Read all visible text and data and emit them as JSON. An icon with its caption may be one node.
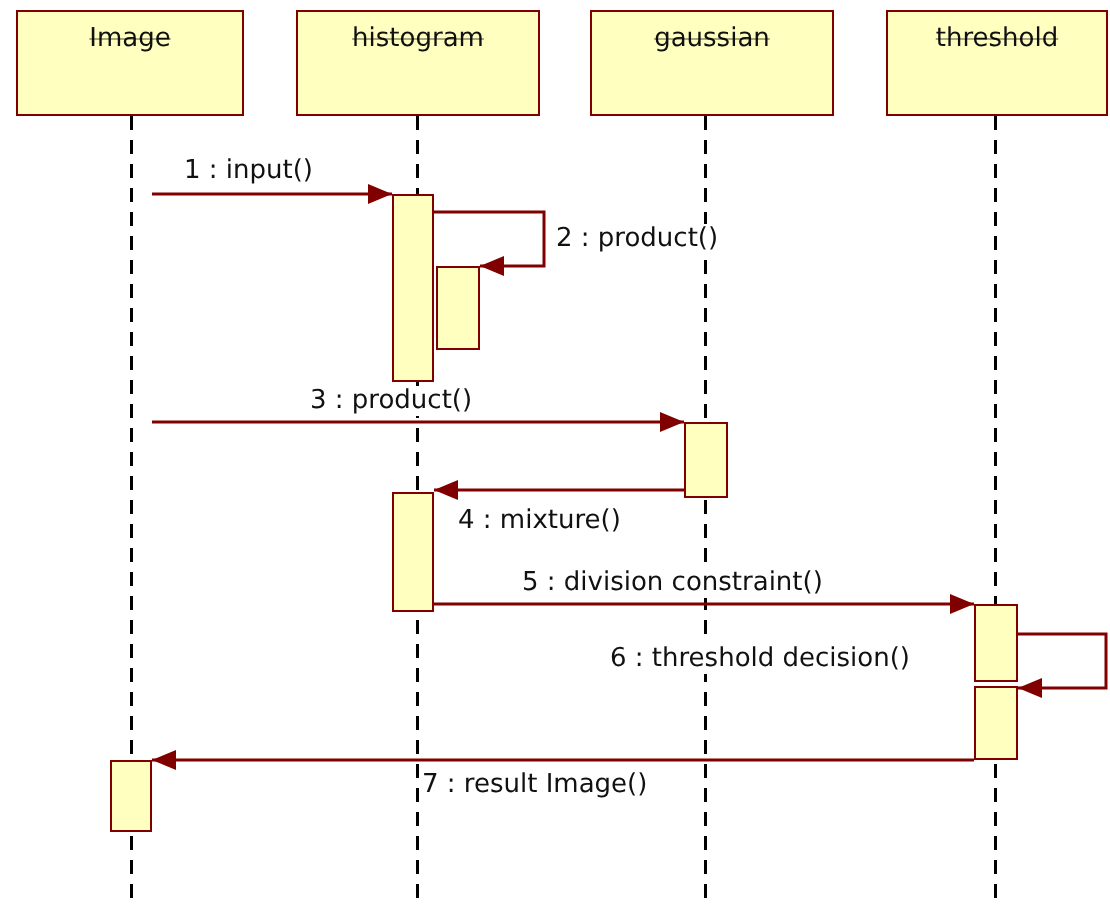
{
  "diagram": {
    "nodes": [
      {
        "text": [
          "Image"
        ]
      },
      {
        "text": [
          "histogram"
        ]
      },
      {
        "text": [
          "gaussian"
        ]
      },
      {
        "text": [
          "threshold"
        ]
      },
      {
        "text": [],
        "shape": "line"
      },
      {
        "text": [],
        "shape": "line"
      },
      {
        "text": [],
        "shape": "line"
      },
      {
        "text": [],
        "shape": "line"
      },
      {
        "text": [],
        "shape": "bar",
        "in": 5
      },
      {
        "text": [],
        "shape": "bar",
        "in": 5
      },
      {
        "text": [],
        "shape": "bar",
        "in": 6
      },
      {
        "text": [],
        "shape": "bar",
        "in": 5
      },
      {
        "text": [],
        "shape": "bar",
        "in": 7
      },
      {
        "text": [],
        "shape": "bar",
        "in": 7
      },
      {
        "text": [],
        "shape": "bar",
        "in": 4
      }
    ],
    "edges": [
      {
        "from": 4,
        "to": 8,
        "arrow": "to",
        "label": "1 : input()"
      },
      {
        "from": 8,
        "to": 9,
        "arrow": "to",
        "label": "2 : product()"
      },
      {
        "from": 4,
        "to": 10,
        "arrow": "to",
        "label": "3 : product()"
      },
      {
        "from": 10,
        "to": 11,
        "arrow": "to",
        "label": "4 : mixture()"
      },
      {
        "from": 11,
        "to": 12,
        "arrow": "to",
        "label": "5 : division constraint()"
      },
      {
        "from": 12,
        "to": 13,
        "arrow": "to",
        "label": "6 : threshold decision()"
      },
      {
        "from": 13,
        "to": 14,
        "arrow": "to",
        "label": "7 : result Image()"
      }
    ]
  }
}
